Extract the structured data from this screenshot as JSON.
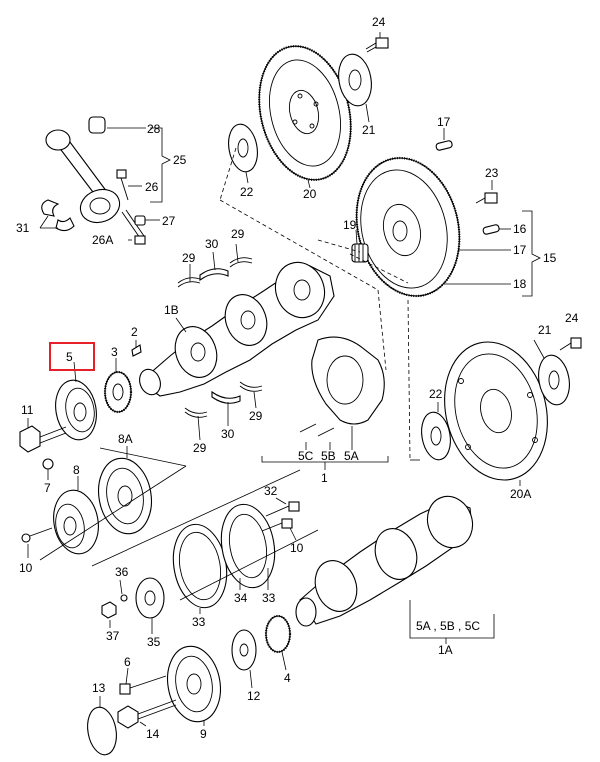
{
  "highlight": {
    "label": "5",
    "color": "#e8202a"
  },
  "labels": {
    "l1": "1",
    "l1A": "1A",
    "l1B": "1B",
    "l2": "2",
    "l3": "3",
    "l4": "4",
    "l5": "5",
    "l5A_top": "5A",
    "l5B_top": "5B",
    "l5C_top": "5C",
    "l5_group": "5A , 5B , 5C",
    "l6": "6",
    "l7": "7",
    "l8": "8",
    "l8A": "8A",
    "l9": "9",
    "l10a": "10",
    "l10b": "10",
    "l11": "11",
    "l12": "12",
    "l13": "13",
    "l14": "14",
    "l15": "15",
    "l16": "16",
    "l17a": "17",
    "l17b": "17",
    "l18": "18",
    "l19": "19",
    "l20": "20",
    "l20A": "20A",
    "l21a": "21",
    "l21b": "21",
    "l22a": "22",
    "l22b": "22",
    "l23": "23",
    "l24a": "24",
    "l24b": "24",
    "l25": "25",
    "l26": "26",
    "l26A": "26A",
    "l27": "27",
    "l28": "28",
    "l29a": "29",
    "l29b": "29",
    "l29c": "29",
    "l29d": "29",
    "l30a": "30",
    "l30b": "30",
    "l31": "31",
    "l32": "32",
    "l33a": "33",
    "l33b": "33",
    "l34": "34",
    "l35": "35",
    "l36": "36",
    "l37": "37"
  }
}
